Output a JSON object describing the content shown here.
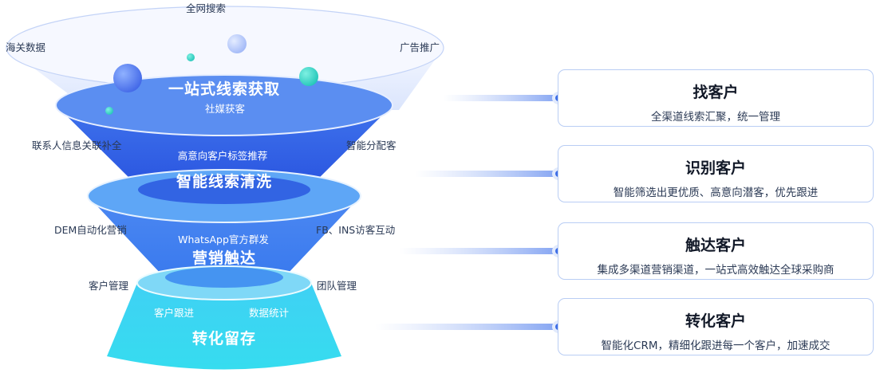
{
  "funnel": {
    "stages": [
      {
        "title": "一站式线索获取",
        "inner_labels": [
          "社媒获客"
        ]
      },
      {
        "title": "智能线索清洗",
        "inner_labels": [
          "高意向客户标签推荐"
        ]
      },
      {
        "title": "营销触达",
        "inner_labels": [
          "WhatsApp官方群发"
        ]
      },
      {
        "title": "转化留存",
        "inner_labels": [
          "客户跟进",
          "数据统计"
        ]
      }
    ],
    "outer_labels": {
      "top": "全网搜索",
      "top_left": "海关数据",
      "top_right": "广告推广",
      "s1_left": "联系人信息关联补全",
      "s1_right": "智能分配客",
      "s2_left": "DEM自动化营销",
      "s2_right": "FB、INS访客互动",
      "s3_left": "客户管理",
      "s3_right": "团队管理"
    }
  },
  "cards": [
    {
      "title": "找客户",
      "desc": "全渠道线索汇聚，统一管理"
    },
    {
      "title": "识别客户",
      "desc": "智能筛选出更优质、高意向潜客，优先跟进"
    },
    {
      "title": "触达客户",
      "desc": "集成多渠道营销渠道，一站式高效触达全球采购商"
    },
    {
      "title": "转化客户",
      "desc": "智能化CRM，精细化跟进每一个客户，加速成交"
    }
  ],
  "colors": {
    "funnel_top": "#2f5ee8",
    "funnel_mid": "#3d8cf0",
    "funnel_bottom": "#3cd9f2",
    "accent": "#3f6fe6",
    "card_border": "#b9cdf4",
    "label_text": "#2b3a55",
    "teal_dot": "#2fd6c8"
  }
}
